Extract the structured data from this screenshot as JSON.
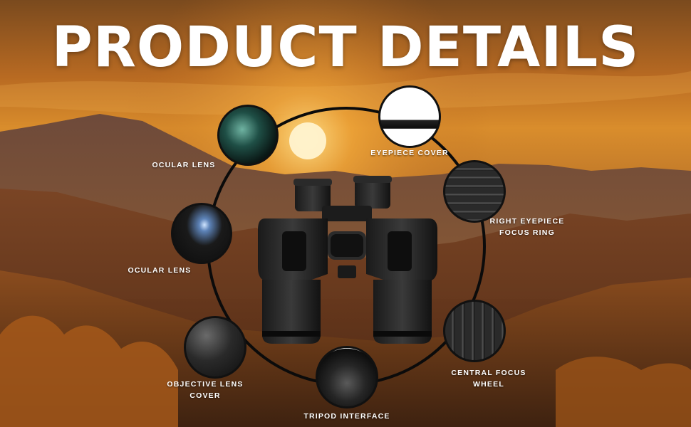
{
  "header": {
    "title": "PRODUCT DETAILS"
  },
  "colors": {
    "title_text": "#ffffff",
    "ring": "#0b0b0b",
    "label_text": "#ffffff",
    "sky": "#d98d2c"
  },
  "callouts": [
    {
      "label": "OCULAR LENS",
      "icon": "ocular-lens-closeup-icon"
    },
    {
      "label": "EYEPIECE COVER",
      "icon": "eyepiece-cover-closeup-icon"
    },
    {
      "label_line1": "RIGHT EYEPIECE",
      "label_line2": "FOCUS RING",
      "icon": "focus-ring-closeup-icon"
    },
    {
      "label": "OCULAR LENS",
      "icon": "ocular-lens-side-closeup-icon"
    },
    {
      "label_line1": "CENTRAL FOCUS",
      "label_line2": "WHEEL",
      "icon": "focus-wheel-closeup-icon"
    },
    {
      "label_line1": "OBJECTIVE LENS",
      "label_line2": "COVER",
      "icon": "objective-cover-closeup-icon"
    },
    {
      "label": "TRIPOD INTERFACE",
      "icon": "tripod-interface-closeup-icon"
    }
  ]
}
